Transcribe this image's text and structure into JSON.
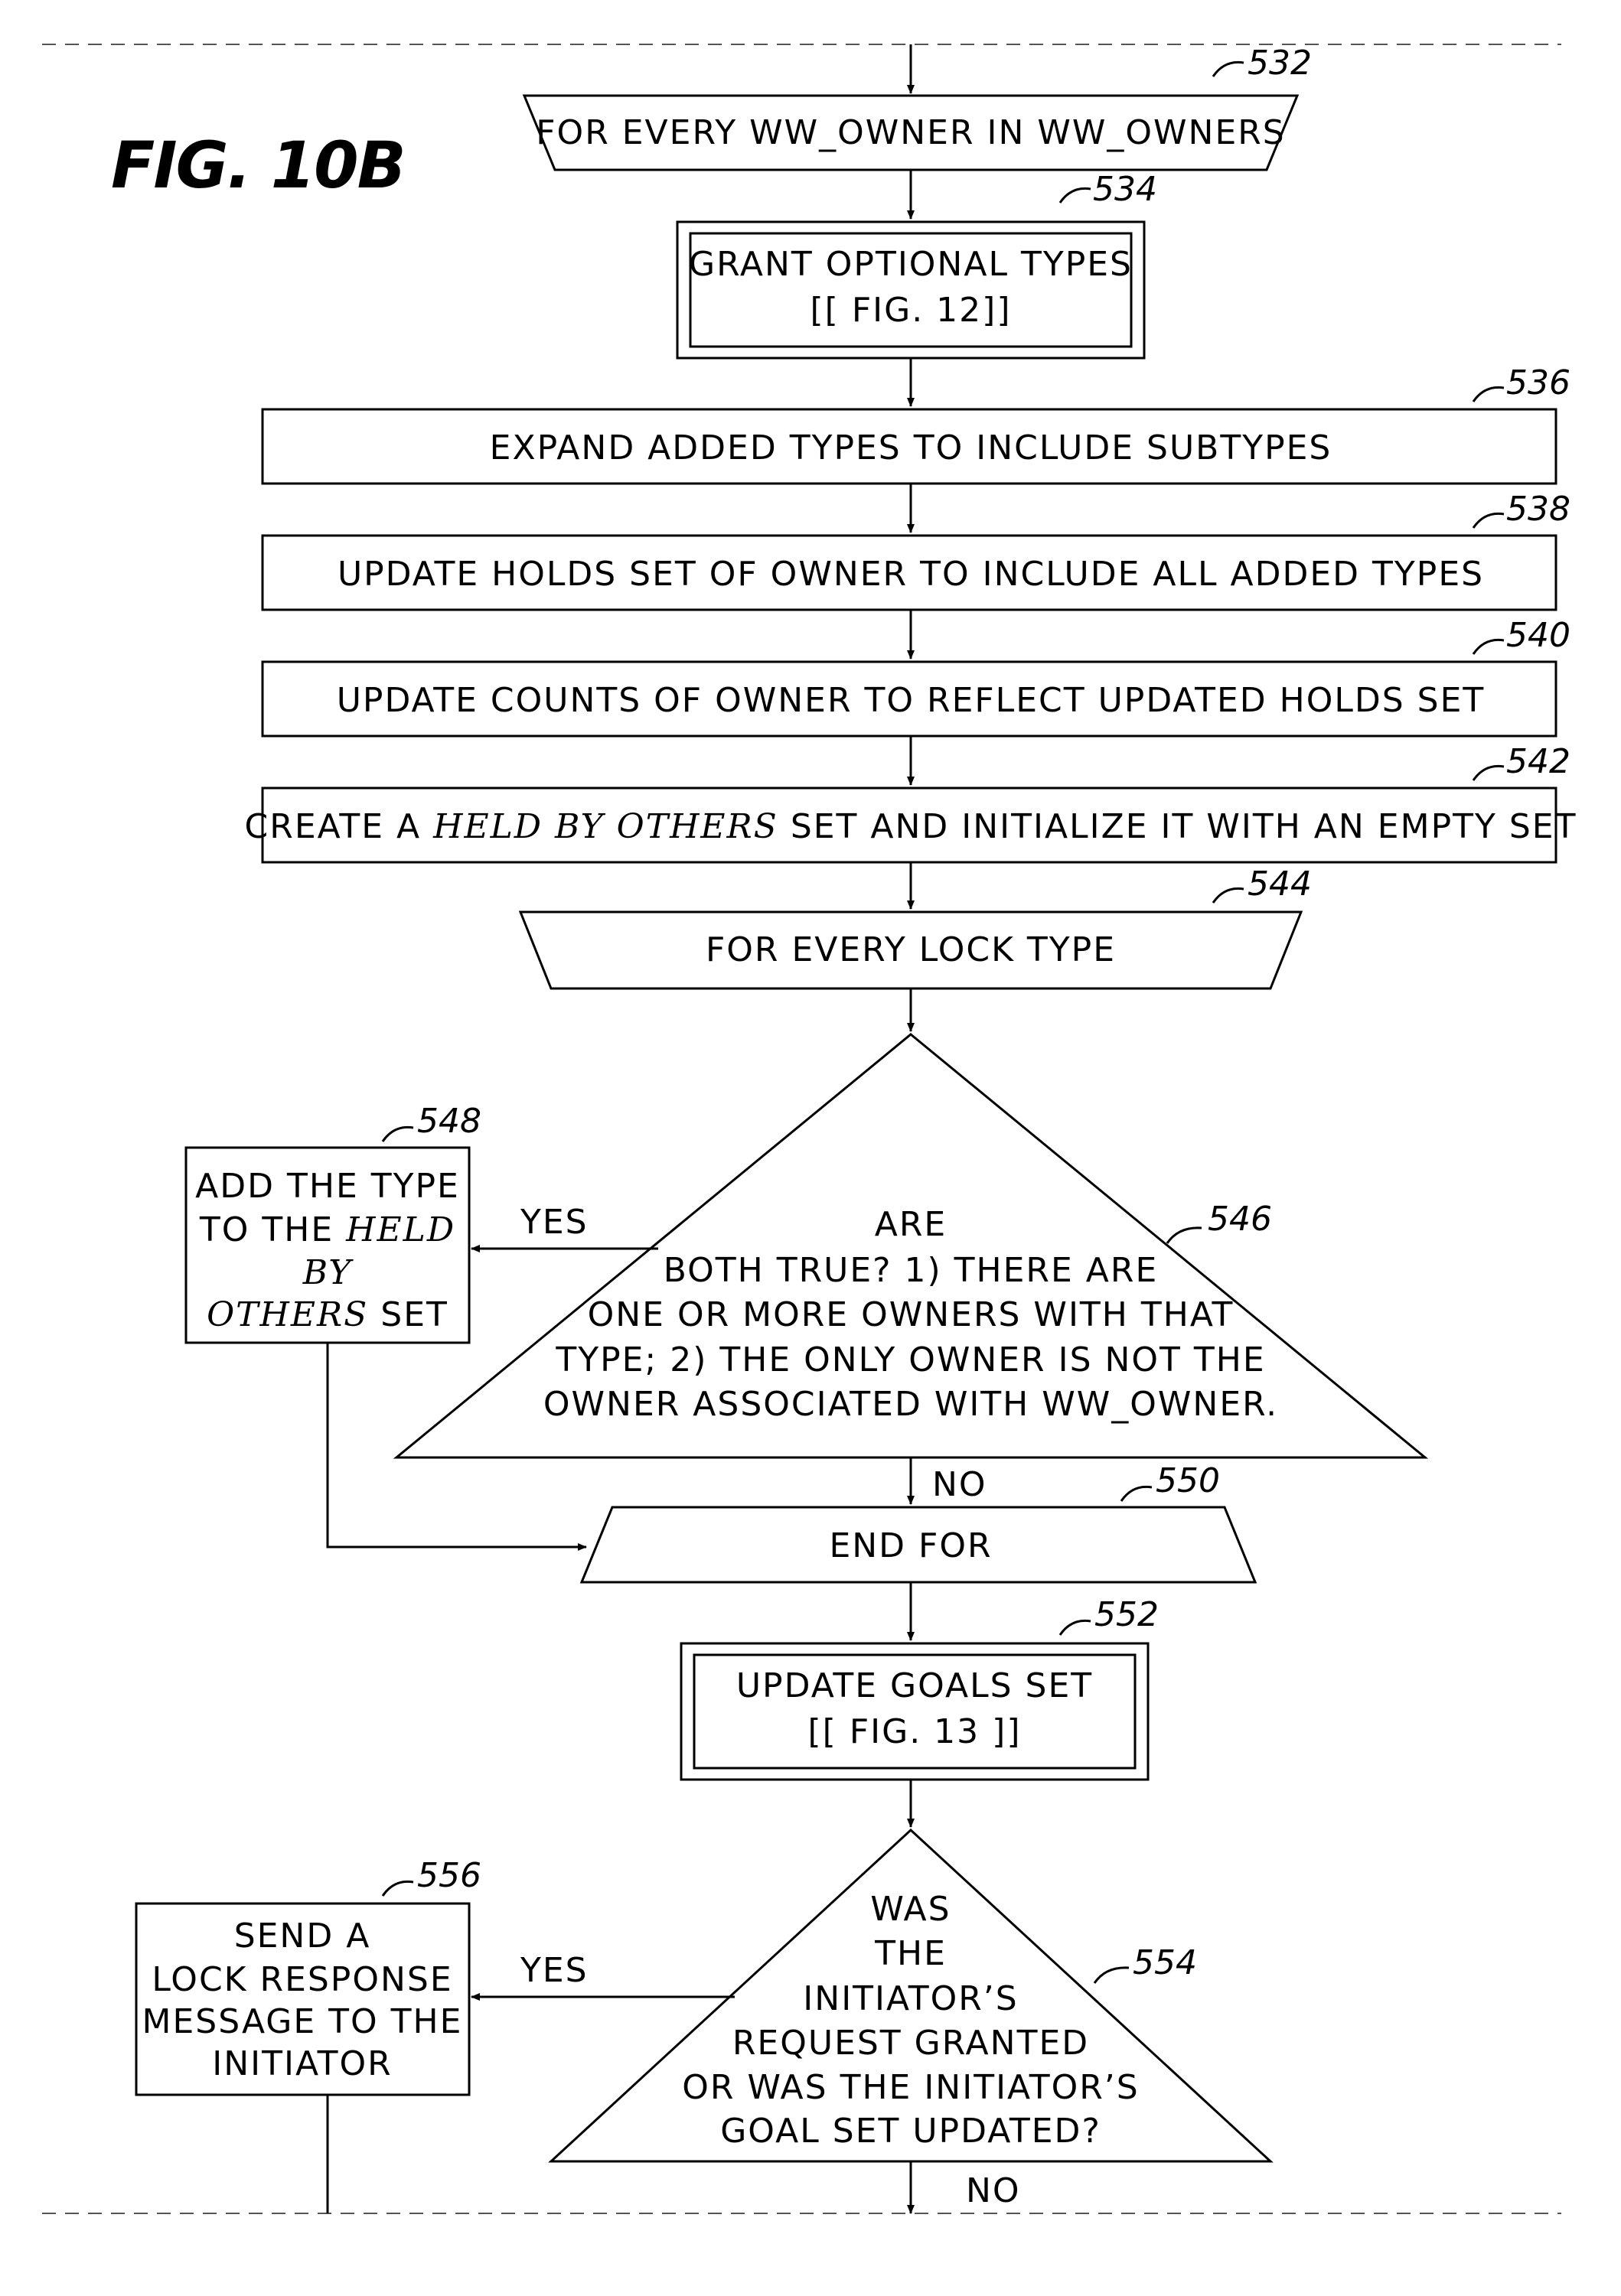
{
  "figure": {
    "label": "FIG. 10B"
  },
  "nodes": {
    "n532": {
      "ref": "532",
      "text": "FOR EVERY WW_OWNER IN WW_OWNERS"
    },
    "n534": {
      "ref": "534",
      "line1": "GRANT OPTIONAL TYPES",
      "line2": "[[ FIG. 12]]"
    },
    "n536": {
      "ref": "536",
      "text": "EXPAND ADDED TYPES TO INCLUDE SUBTYPES"
    },
    "n538": {
      "ref": "538",
      "text": "UPDATE HOLDS SET OF OWNER  TO INCLUDE ALL ADDED TYPES"
    },
    "n540": {
      "ref": "540",
      "text": "UPDATE COUNTS OF OWNER TO REFLECT UPDATED HOLDS SET"
    },
    "n542": {
      "ref": "542",
      "pre": "CREATE A ",
      "italic": "HELD BY OTHERS",
      "post": " SET AND INITIALIZE IT WITH AN EMPTY SET"
    },
    "n544": {
      "ref": "544",
      "text": "FOR EVERY LOCK TYPE"
    },
    "n546": {
      "ref": "546",
      "lines": [
        "ARE",
        "BOTH TRUE? 1) THERE ARE",
        "ONE OR MORE OWNERS WITH THAT",
        "TYPE; 2) THE ONLY OWNER IS NOT THE",
        "OWNER ASSOCIATED WITH WW_OWNER."
      ]
    },
    "n548": {
      "ref": "548",
      "line1": "ADD THE TYPE",
      "line2_pre": "TO THE ",
      "line2_italic": "HELD",
      "line3_italic": "BY",
      "line4_italic": "OTHERS",
      "line4_post": " SET"
    },
    "n550": {
      "ref": "550",
      "text": "END FOR"
    },
    "n552": {
      "ref": "552",
      "line1": "UPDATE GOALS SET",
      "line2": "[[ FIG. 13 ]]"
    },
    "n554": {
      "ref": "554",
      "lines": [
        "WAS",
        "THE",
        "INITIATOR’S",
        "REQUEST GRANTED",
        "OR WAS THE INITIATOR’S",
        "GOAL SET UPDATED?"
      ]
    },
    "n556": {
      "ref": "556",
      "lines": [
        "SEND A",
        "LOCK RESPONSE",
        "MESSAGE TO THE",
        "INITIATOR"
      ]
    }
  },
  "edges": {
    "e546_yes": "YES",
    "e546_no": "NO",
    "e554_yes": "YES",
    "e554_no": "NO"
  }
}
